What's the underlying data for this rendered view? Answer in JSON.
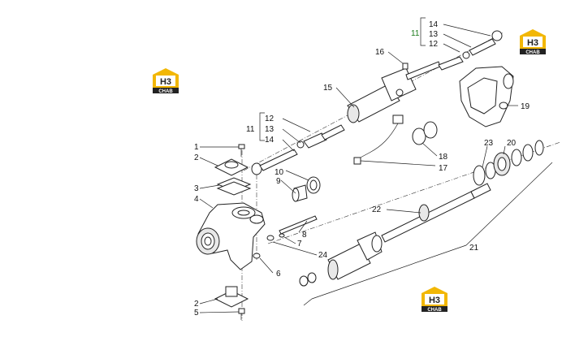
{
  "logo": {
    "mark": "H3",
    "brand": "CHAB",
    "accent": "#f2b705"
  },
  "labels": {
    "l1": "1",
    "l2": "2",
    "l2b": "2",
    "l3": "3",
    "l4": "4",
    "l5": "5",
    "l6": "6",
    "l7": "7",
    "l8": "8",
    "l9": "9",
    "l10": "10",
    "l11a": "11",
    "l12a": "12",
    "l13a": "13",
    "l14a": "14",
    "l11b": "11",
    "l12b": "12",
    "l13b": "13",
    "l14b": "14",
    "l15": "15",
    "l16": "16",
    "l17": "17",
    "l18": "18",
    "l19": "19",
    "l20": "20",
    "l21": "21",
    "l22": "22",
    "l23": "23",
    "l24": "24"
  }
}
